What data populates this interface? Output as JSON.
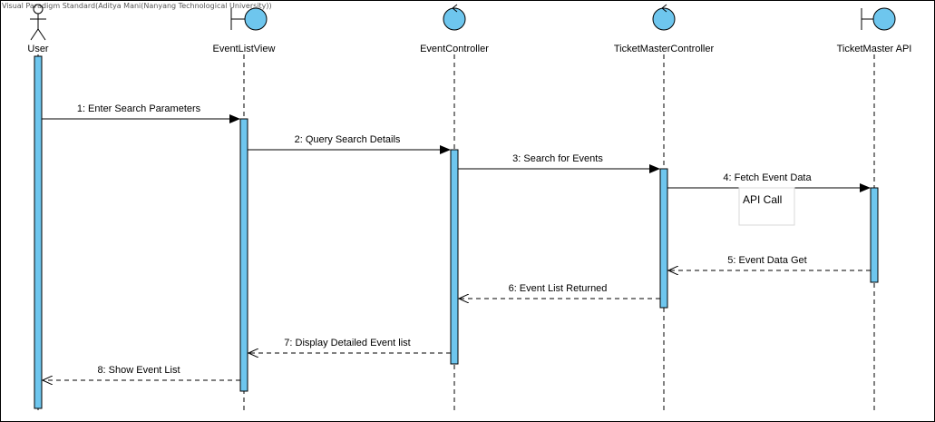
{
  "watermark": "Visual Paradigm Standard(Aditya Mani(Nanyang Technological University))",
  "lifelines": [
    {
      "id": "user",
      "label": "User",
      "kind": "actor"
    },
    {
      "id": "eventlistview",
      "label": "EventListView",
      "kind": "boundary"
    },
    {
      "id": "eventcontroller",
      "label": "EventController",
      "kind": "control"
    },
    {
      "id": "ticketmastercontroller",
      "label": "TicketMasterController",
      "kind": "control"
    },
    {
      "id": "ticketmasterapi",
      "label": "TicketMaster API",
      "kind": "boundary"
    }
  ],
  "messages": [
    {
      "label": "1: Enter Search Parameters",
      "from": "user",
      "to": "eventlistview",
      "type": "sync"
    },
    {
      "label": "2: Query Search Details",
      "from": "eventlistview",
      "to": "eventcontroller",
      "type": "sync"
    },
    {
      "label": "3: Search for Events",
      "from": "eventcontroller",
      "to": "ticketmastercontroller",
      "type": "sync"
    },
    {
      "label": "4: Fetch Event Data",
      "from": "ticketmastercontroller",
      "to": "ticketmasterapi",
      "type": "sync"
    },
    {
      "label": "5: Event Data Get",
      "from": "ticketmasterapi",
      "to": "ticketmastercontroller",
      "type": "return"
    },
    {
      "label": "6: Event List Returned",
      "from": "ticketmastercontroller",
      "to": "eventcontroller",
      "type": "return"
    },
    {
      "label": "7: Display Detailed Event list",
      "from": "eventcontroller",
      "to": "eventlistview",
      "type": "return"
    },
    {
      "label": "8: Show Event List",
      "from": "eventlistview",
      "to": "user",
      "type": "return"
    }
  ],
  "note": {
    "text": "API Call"
  },
  "colors": {
    "activation": "#6ec6ee",
    "icon_fill": "#6ec6ee",
    "line": "#000000"
  }
}
